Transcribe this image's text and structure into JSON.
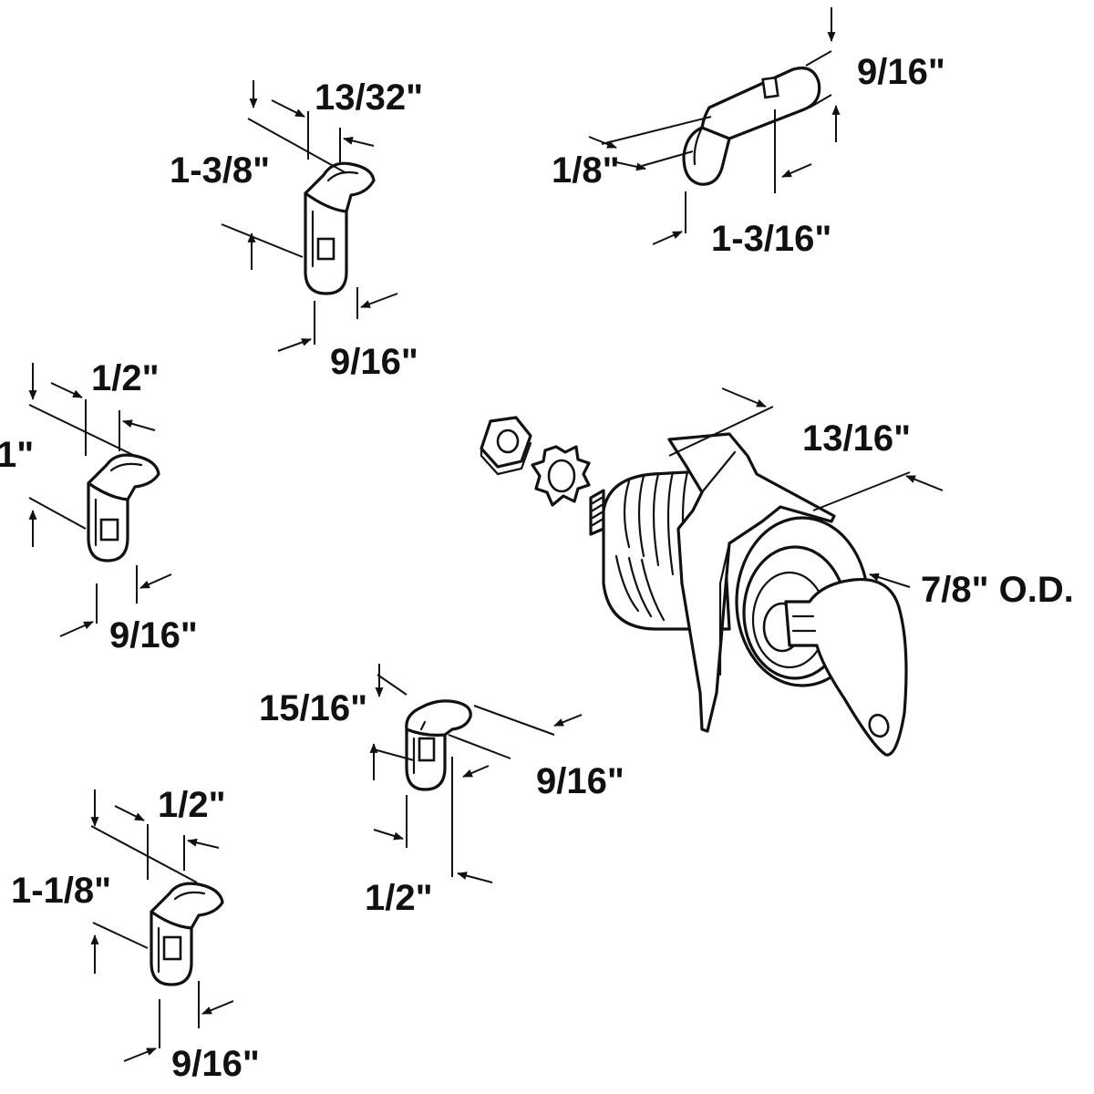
{
  "colors": {
    "ink": "#111111",
    "background": "#ffffff"
  },
  "dimensions": {
    "cam_a": {
      "width": "13/32\"",
      "height": "1-3/8\"",
      "depth": "9/16\""
    },
    "cam_b": {
      "width": "9/16\"",
      "thickness": "1/8\"",
      "length": "1-3/16\""
    },
    "cam_c": {
      "width": "1/2\"",
      "height": "1\"",
      "depth": "9/16\""
    },
    "cam_d": {
      "height": "15/16\"",
      "width": "9/16\"",
      "depth": "1/2\""
    },
    "cam_e": {
      "width": "1/2\"",
      "height": "1-1/8\"",
      "depth": "9/16\""
    },
    "lock": {
      "flange": "13/16\"",
      "outer_diameter": "7/8\" O.D."
    }
  }
}
